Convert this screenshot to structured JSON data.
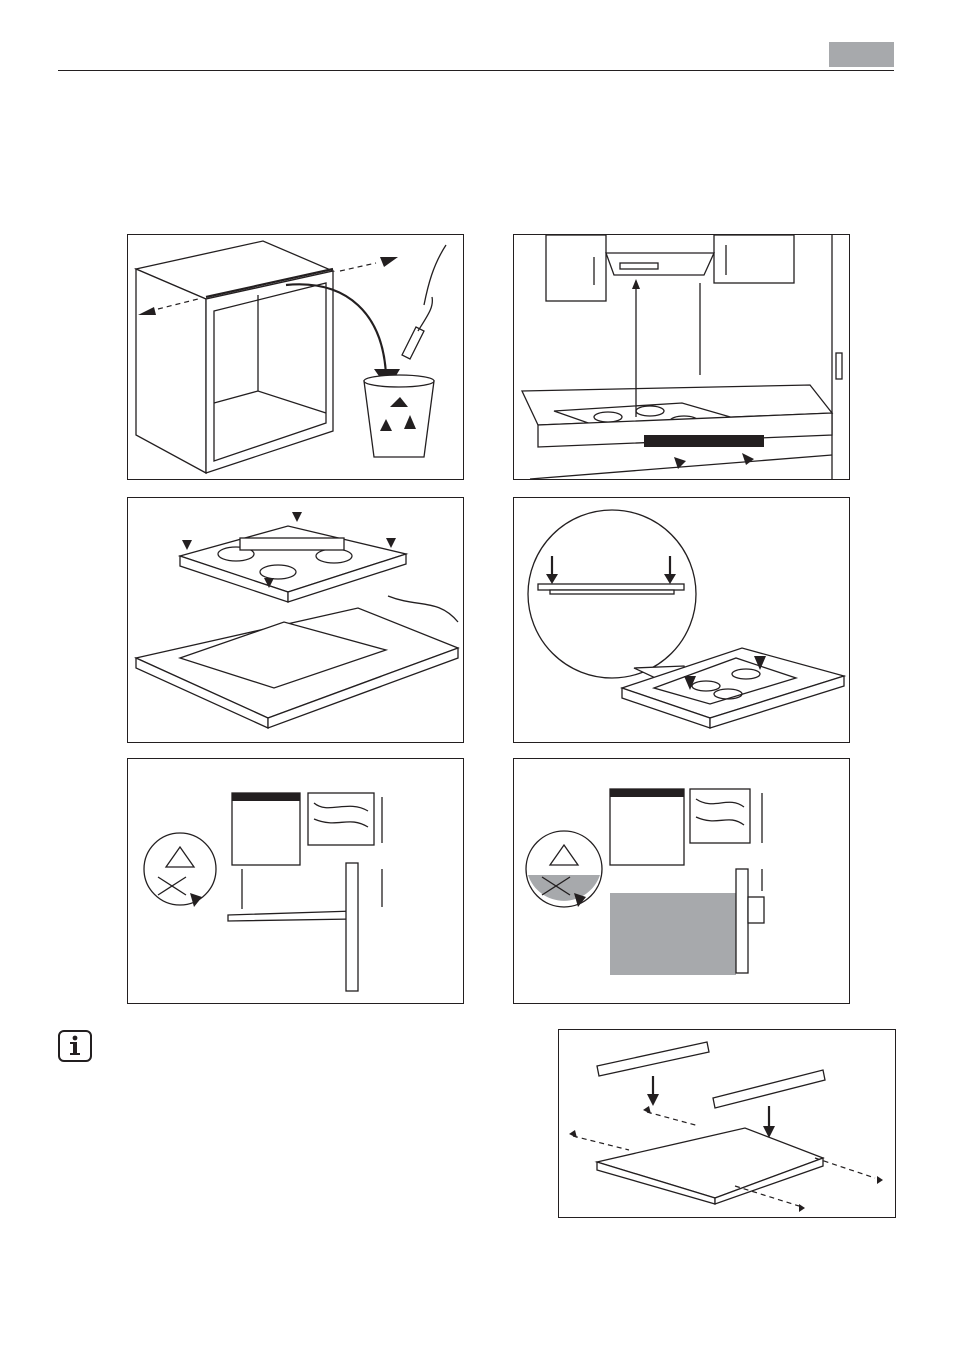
{
  "header": {
    "language_tab_color": "#a7a9ac",
    "rule_color": "#231f20"
  },
  "figures": [
    {
      "id": "cabinet-remove-crossbar",
      "icon": "recycle-bin-icon"
    },
    {
      "id": "hob-clearances-under-hood",
      "icon": "cooker-hood-icon"
    },
    {
      "id": "hob-into-cutout-dimensions",
      "icon": "hob-cutout-icon"
    },
    {
      "id": "seal-edge-detail",
      "icon": "magnifier-detail-icon"
    },
    {
      "id": "clearance-over-drawer",
      "icon": "warning-triangle-icon"
    },
    {
      "id": "clearance-over-oven",
      "icon": "warning-triangle-icon"
    },
    {
      "id": "mounting-brackets-screws",
      "icon": "bracket-screws-icon"
    }
  ],
  "note": {
    "icon": "info-icon"
  }
}
